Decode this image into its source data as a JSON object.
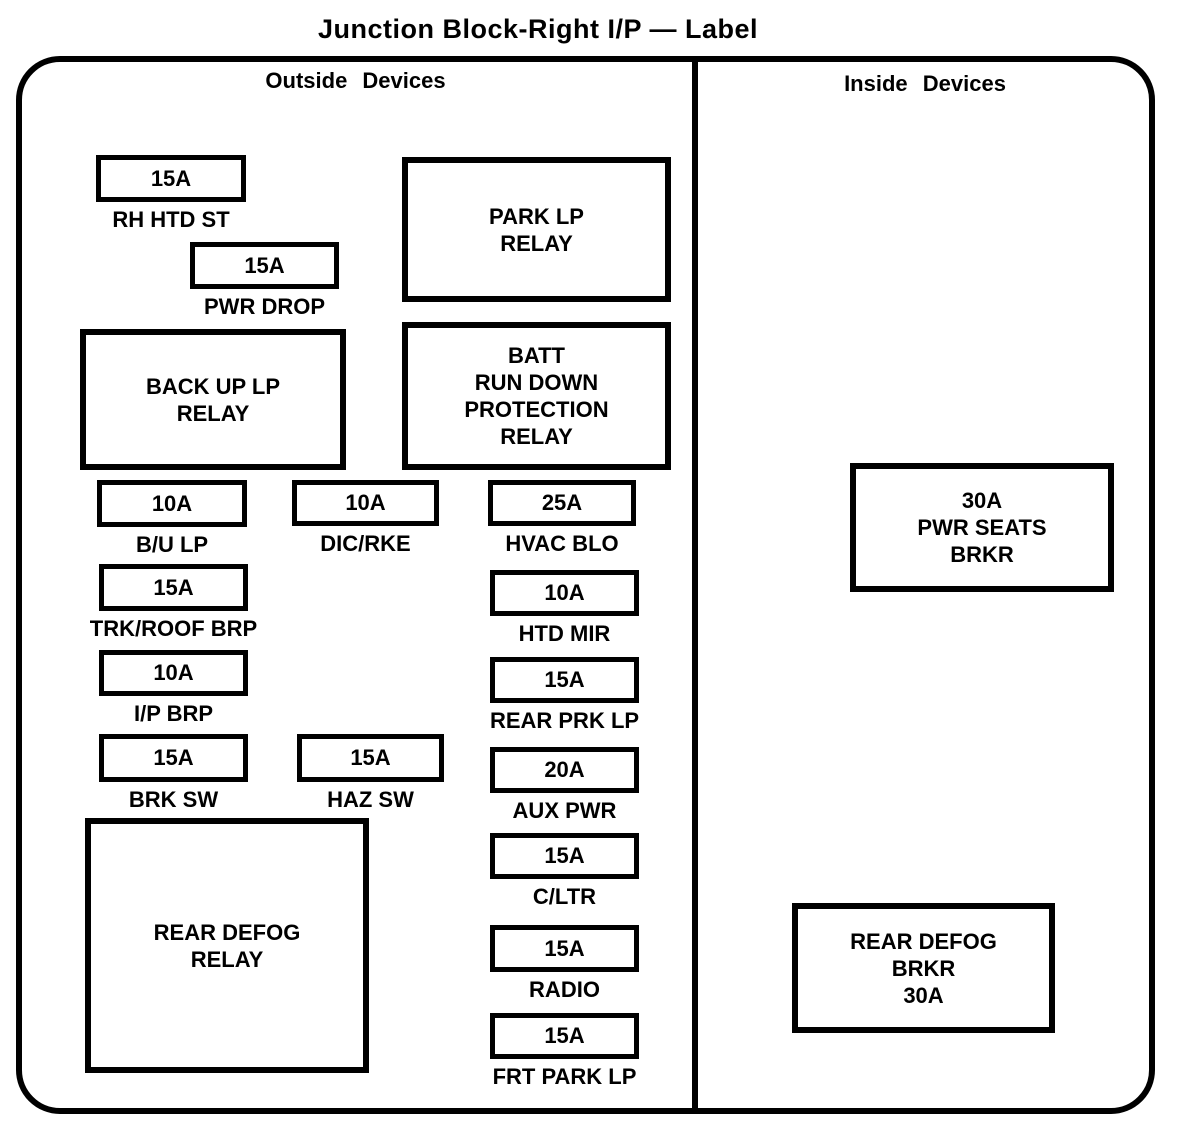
{
  "title": "Junction Block-Right I/P — Label",
  "outside": {
    "header": "Outside Devices",
    "fuses": [
      {
        "amp": "15A",
        "label": "RH HTD ST"
      },
      {
        "amp": "15A",
        "label": "PWR DROP"
      },
      {
        "amp": "10A",
        "label": "B/U LP"
      },
      {
        "amp": "10A",
        "label": "DIC/RKE"
      },
      {
        "amp": "25A",
        "label": "HVAC BLO"
      },
      {
        "amp": "15A",
        "label": "TRK/ROOF BRP"
      },
      {
        "amp": "10A",
        "label": "HTD MIR"
      },
      {
        "amp": "10A",
        "label": "I/P BRP"
      },
      {
        "amp": "15A",
        "label": "REAR PRK LP"
      },
      {
        "amp": "15A",
        "label": "BRK SW"
      },
      {
        "amp": "15A",
        "label": "HAZ SW"
      },
      {
        "amp": "20A",
        "label": "AUX PWR"
      },
      {
        "amp": "15A",
        "label": "C/LTR"
      },
      {
        "amp": "15A",
        "label": "RADIO"
      },
      {
        "amp": "15A",
        "label": "FRT PARK LP"
      }
    ],
    "relays": [
      {
        "text": "PARK LP\nRELAY"
      },
      {
        "text": "BACK UP LP\nRELAY"
      },
      {
        "text": "BATT\nRUN DOWN\nPROTECTION\nRELAY"
      },
      {
        "text": "REAR DEFOG\nRELAY"
      }
    ]
  },
  "inside": {
    "header": "Inside Devices",
    "breakers": [
      {
        "text": "30A\nPWR SEATS\nBRKR"
      },
      {
        "text": "REAR DEFOG\nBRKR\n30A"
      }
    ]
  }
}
